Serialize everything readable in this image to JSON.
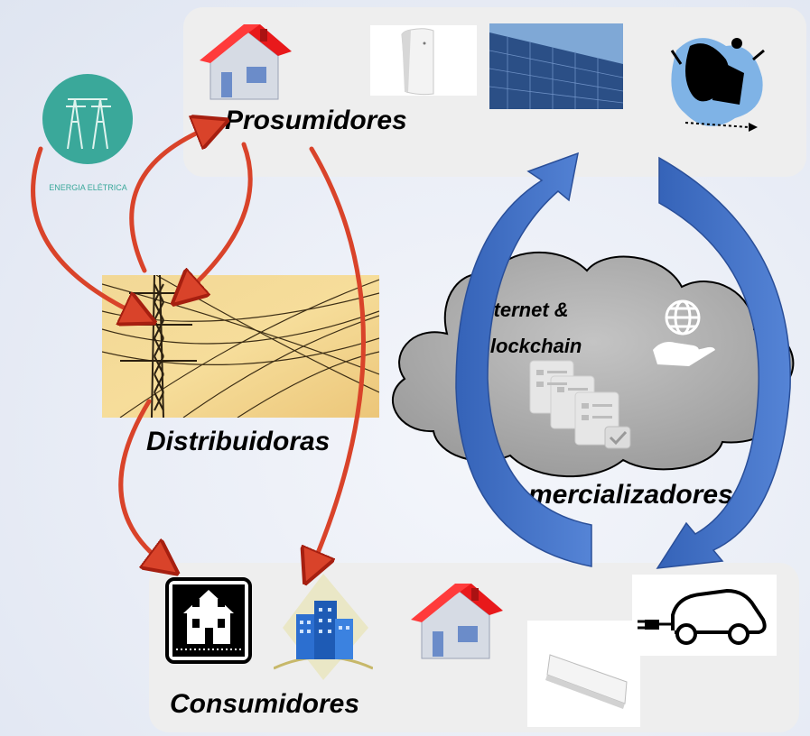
{
  "labels": {
    "prosumidores": "Prosumidores",
    "distribuidoras": "Distribuidoras",
    "consumidores": "Consumidores",
    "comercializadores": "Comercializadores",
    "internet_line1": "Internet &",
    "internet_line2": "Blockchain",
    "energia_badge": "ENERGIA ELÉTRICA"
  },
  "icons": [
    "house-red-roof-icon",
    "home-battery-icon",
    "solar-panels-photo",
    "smart-home-user-icon",
    "energia-eletrica-tower-icon",
    "power-lines-photo",
    "cloud-icon",
    "globe-hand-icon",
    "documents-checklist-icon",
    "black-house-icon",
    "office-buildings-icon",
    "electric-car-plug-icon",
    "air-conditioner-icon"
  ],
  "colors": {
    "red_arrow": "#d9432a",
    "red_arrow_outline": "#a61f10",
    "blue_arrow": "#3f6fc4",
    "cloud": "#a9a9a9",
    "house_roof": "#e8191b",
    "badge": "#3aa89a"
  }
}
